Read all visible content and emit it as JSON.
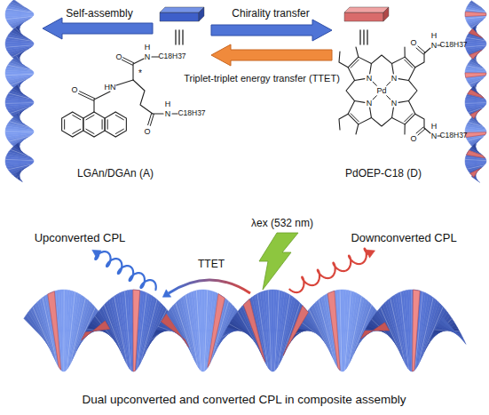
{
  "diagram": {
    "caption": "Dual upconverted and converted CPL in composite assembly",
    "labels": [
      "Self-assembly",
      "Chirality transfer",
      "Triplet-triplet energy transfer (TTET)",
      "O",
      "H",
      "N",
      "C18H37",
      "*",
      "HN",
      "O",
      "H",
      "N",
      "C18H37",
      "O",
      "LGAn/DGAn (A)",
      "O",
      "H",
      "N",
      "C18H37",
      "N",
      "N",
      "Pd",
      "N",
      "N",
      "H",
      "N",
      "C18H37",
      "O",
      "PdOEP-C18 (D)",
      "Upconverted CPL",
      "λex (532 nm)",
      "Downconverted CPL",
      "TTET"
    ]
  }
}
